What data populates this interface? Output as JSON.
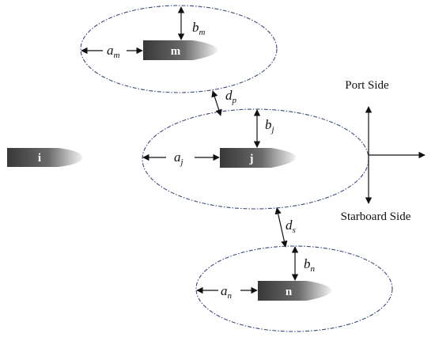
{
  "ships": {
    "i": {
      "label": "i"
    },
    "m": {
      "label": "m"
    },
    "j": {
      "label": "j"
    },
    "n": {
      "label": "n"
    }
  },
  "dimensions": {
    "a_m": {
      "base": "a",
      "sub": "m"
    },
    "b_m": {
      "base": "b",
      "sub": "m"
    },
    "a_j": {
      "base": "a",
      "sub": "j"
    },
    "b_j": {
      "base": "b",
      "sub": "j"
    },
    "a_n": {
      "base": "a",
      "sub": "n"
    },
    "b_n": {
      "base": "b",
      "sub": "n"
    },
    "d_p": {
      "base": "d",
      "sub": "p"
    },
    "d_s": {
      "base": "d",
      "sub": "s"
    }
  },
  "compass": {
    "port_label": "Port Side",
    "starboard_label": "Starboard Side"
  },
  "colors": {
    "ship_dark": "#3a3a3a",
    "ship_light": "#e8e8e8",
    "domain_stroke": "#3a4a7a"
  }
}
